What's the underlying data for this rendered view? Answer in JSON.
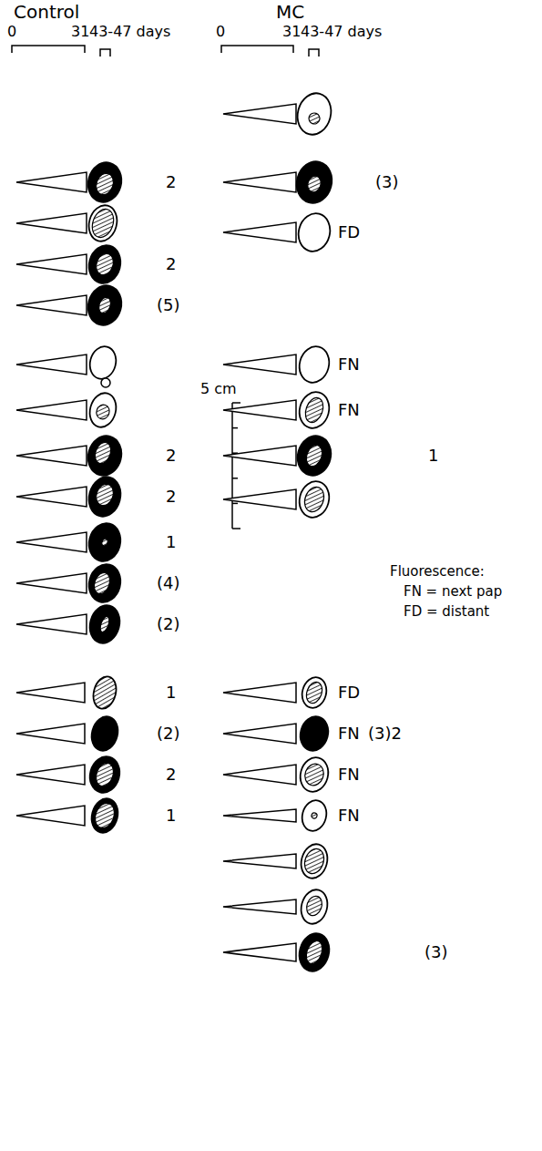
{
  "diagram": {
    "labels": [
      "Control",
      "0",
      "31",
      "43-47 days",
      "MC",
      "0",
      "31",
      "43-47 days",
      "2",
      "2",
      "(5)",
      "2",
      "2",
      "1",
      "(4)",
      "(2)",
      "1",
      "(2)",
      "2",
      "1",
      "(3)",
      "FD",
      "FN",
      "5 cm",
      "FN",
      "1",
      "Fluorescence:",
      "FN = next pap",
      "FD = distant",
      "FD",
      "FN",
      "(3)2",
      "FN",
      "FN",
      "(3)"
    ]
  }
}
